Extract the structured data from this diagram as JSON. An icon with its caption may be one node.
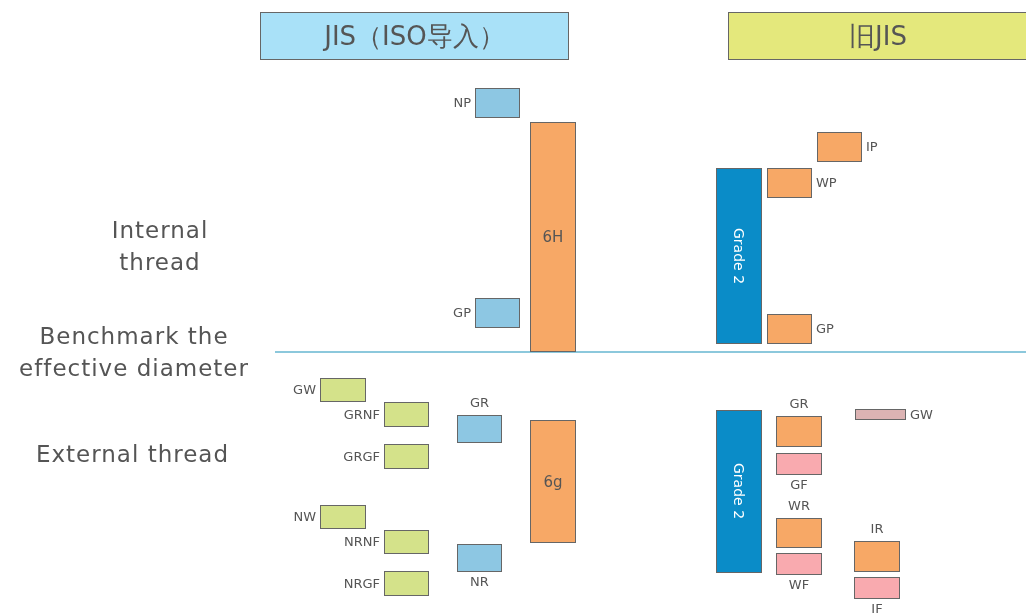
{
  "diagram": {
    "nodes": [
      {
        "text": [
          "JIS（ISO导入）"
        ]
      },
      {
        "text": [
          "旧JIS"
        ]
      },
      {
        "text": [
          "NP"
        ]
      },
      {
        "text": [
          "6H"
        ]
      },
      {
        "text": [
          "IP"
        ]
      },
      {
        "text": [
          "WP"
        ]
      },
      {
        "text": [
          "Grade 2"
        ]
      },
      {
        "text": [
          "GP"
        ]
      },
      {
        "text": [
          "GP"
        ]
      },
      {
        "text": [
          "GW"
        ]
      },
      {
        "text": [
          "GRNF"
        ]
      },
      {
        "text": [
          "GR"
        ]
      },
      {
        "text": [
          "GR"
        ]
      },
      {
        "text": [
          "GW"
        ]
      },
      {
        "text": [
          "Grade 2"
        ]
      },
      {
        "text": [
          "GRGF"
        ]
      },
      {
        "text": [
          "6g"
        ]
      },
      {
        "text": [
          "GF"
        ]
      },
      {
        "text": [
          "NW"
        ]
      },
      {
        "text": [
          "WR"
        ]
      },
      {
        "text": [
          "NRNF"
        ]
      },
      {
        "text": [
          "IR"
        ]
      },
      {
        "text": [
          "NR"
        ]
      },
      {
        "text": [
          "WF"
        ]
      },
      {
        "text": [
          "NRGF"
        ]
      },
      {
        "text": [
          "IF"
        ]
      }
    ],
    "labels": [
      "Internal thread",
      "Benchmark the effective diameter",
      "External thread"
    ]
  }
}
